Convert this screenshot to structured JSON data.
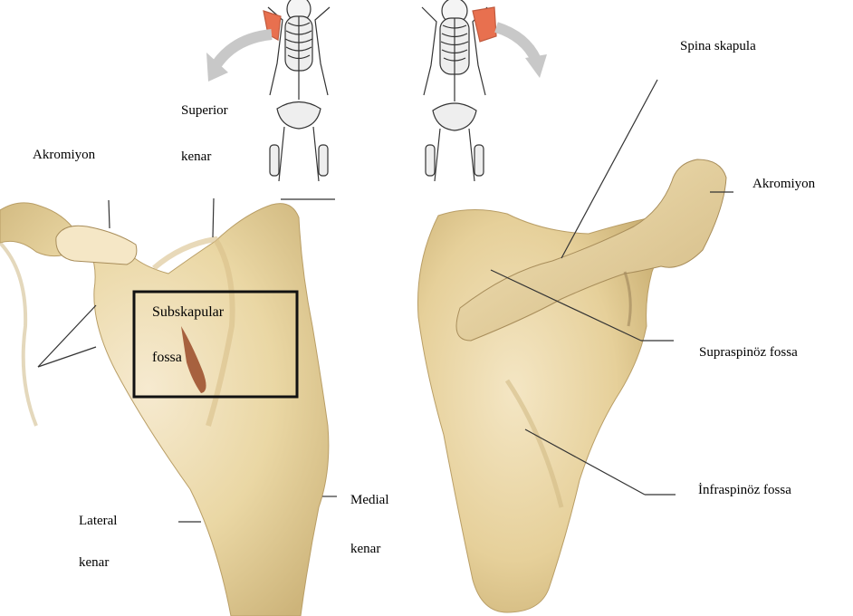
{
  "labels": {
    "akromiyon_left": "Akromiyon",
    "superior_line1": "Superior",
    "superior_line2": "kenar",
    "subskapular_line1": "Subskapular",
    "subskapular_line2": "fossa",
    "lateral_line1": "Lateral",
    "lateral_line2": "kenar",
    "medial_line1": "Medial",
    "medial_line2": "kenar",
    "spina_skapula": "Spina skapula",
    "akromiyon_right": "Akromiyon",
    "supraspinoz": "Supraspinöz fossa",
    "infraspinoz": "İnfraspinöz fossa"
  },
  "colors": {
    "bone": "#ecdcae",
    "bone_shadow": "#c9b27a",
    "highlight": "#e8704f",
    "label_text": "#000000",
    "leader_line": "#333333"
  }
}
